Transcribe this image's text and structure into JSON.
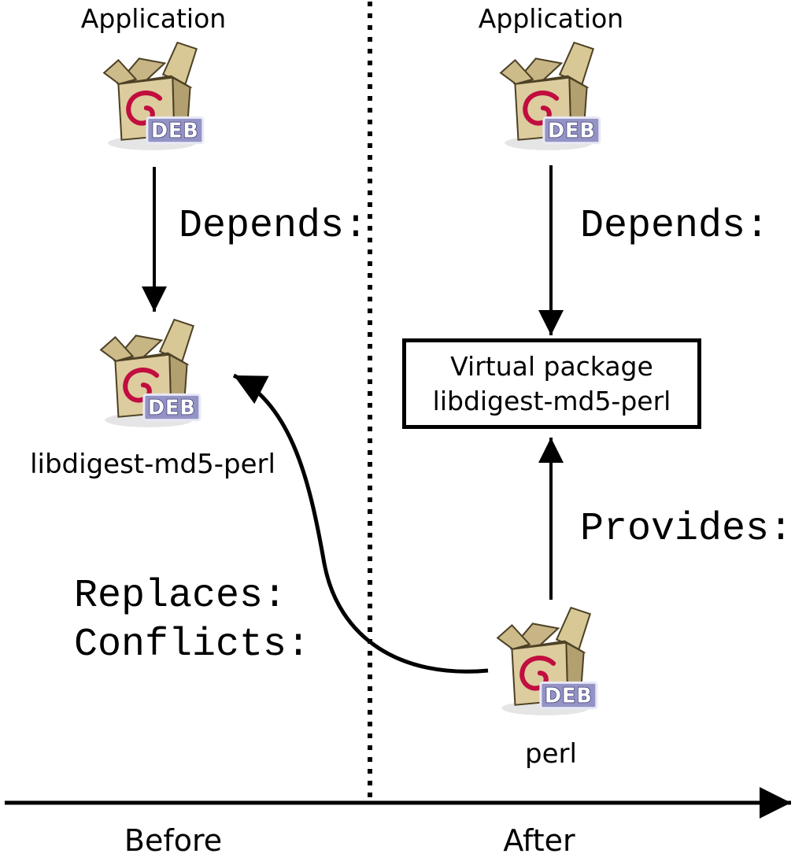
{
  "left": {
    "app_label": "Application",
    "depends_label": "Depends:",
    "package_label": "libdigest-md5-perl",
    "replaces_label": "Replaces:",
    "conflicts_label": "Conflicts:"
  },
  "right": {
    "app_label": "Application",
    "depends_label": "Depends:",
    "virtual_package": {
      "line1": "Virtual package",
      "line2": "libdigest-md5-perl"
    },
    "provides_label": "Provides:",
    "package_label": "perl"
  },
  "axis": {
    "before_label": "Before",
    "after_label": "After"
  },
  "deb_icon": {
    "badge_text": "DEB",
    "colors": {
      "swirl_red": "#c10d3f",
      "badge_fill": "#9393c6",
      "badge_border": "#e9e9f5",
      "box_tan": "#ddcc9e",
      "box_side": "#b2a070"
    }
  }
}
